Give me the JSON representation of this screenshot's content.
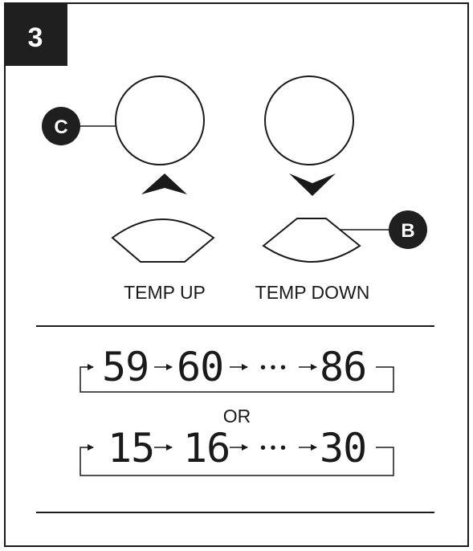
{
  "step": {
    "number": "3"
  },
  "callouts": {
    "c": "C",
    "b": "B"
  },
  "buttons": {
    "up_label": "TEMP UP",
    "down_label": "TEMP DOWN"
  },
  "fahrenheit_sequence": {
    "start": "59",
    "next": "60",
    "end": "86"
  },
  "separator": "OR",
  "celsius_sequence": {
    "start": "15",
    "next": "16",
    "end": "30"
  },
  "ellipsis": "• • •",
  "colors": {
    "ink": "#1a1a1a",
    "badge": "#1f1f1f",
    "background": "#ffffff"
  }
}
